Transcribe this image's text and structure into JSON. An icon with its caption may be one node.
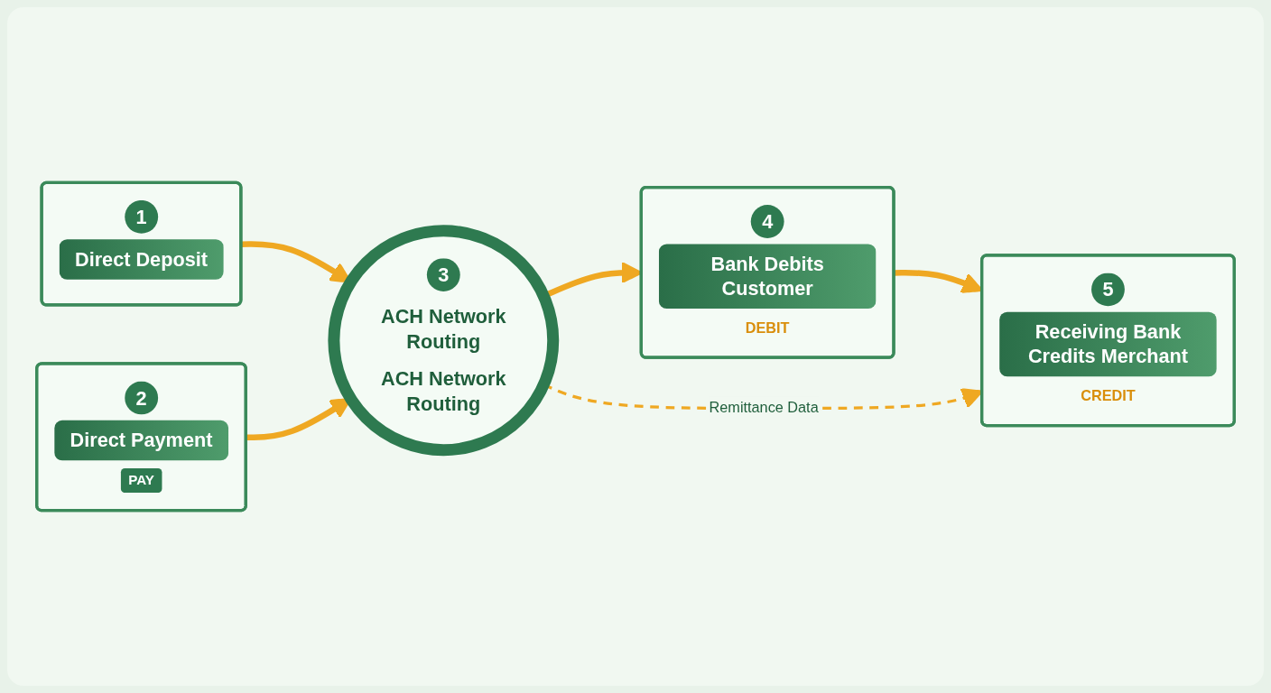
{
  "diagram": {
    "nodes": [
      {
        "text": [
          "1",
          "Direct Deposit"
        ]
      },
      {
        "text": [
          "2",
          "Direct Payment",
          "PAY"
        ]
      },
      {
        "text": [
          "3",
          "ACH Network Routing",
          "ACH Network Routing"
        ]
      },
      {
        "text": [
          "4",
          "Bank Debits Customer",
          "DEBIT"
        ]
      },
      {
        "text": [
          "5",
          "Receiving Bank Credits Merchant",
          "CREDIT"
        ]
      }
    ],
    "edges": [
      {
        "from": 0,
        "to": 2,
        "arrow": "to"
      },
      {
        "from": 1,
        "to": 2,
        "arrow": "to"
      },
      {
        "from": 2,
        "to": 3,
        "arrow": "to"
      },
      {
        "from": 3,
        "to": 4,
        "arrow": "to"
      },
      {
        "from": 2,
        "to": 4,
        "arrow": "to",
        "style": "dashed",
        "label": "Remittance Data"
      }
    ]
  }
}
